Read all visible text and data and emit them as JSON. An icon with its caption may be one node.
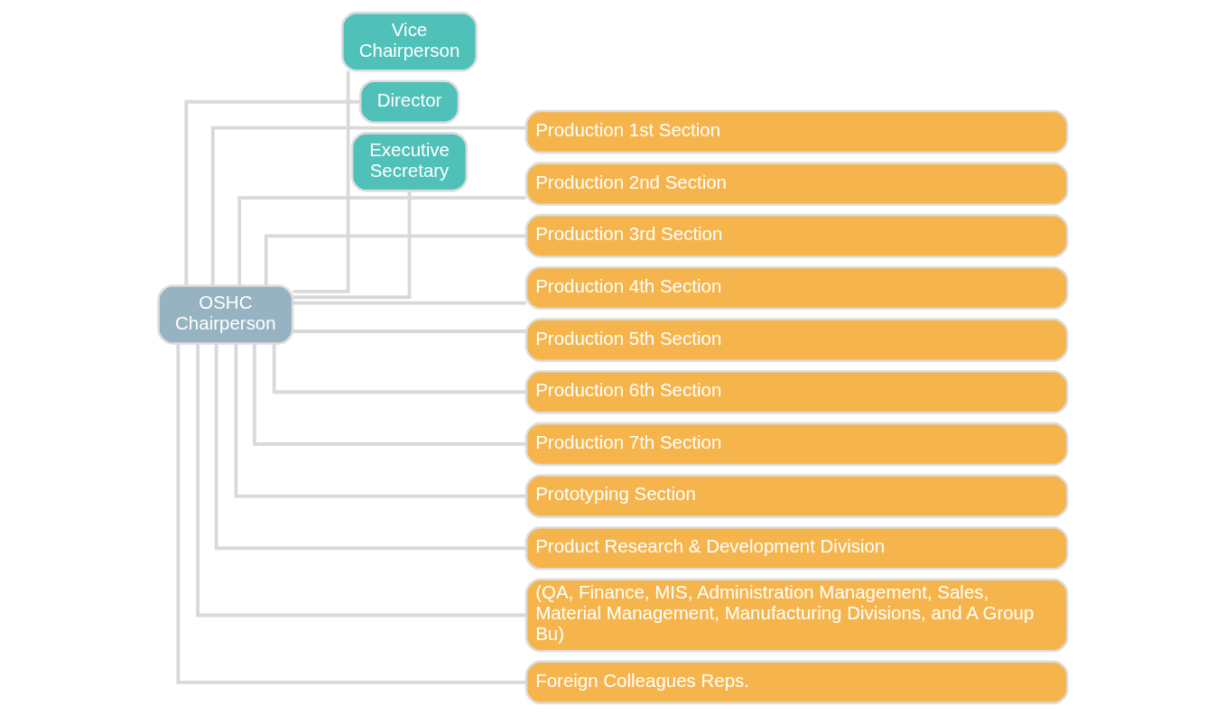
{
  "diagram": {
    "nodes": [
      {
        "text": [
          "OSHC Chairperson"
        ]
      },
      {
        "text": [
          "Vice Chairperson"
        ]
      },
      {
        "text": [
          "Director"
        ]
      },
      {
        "text": [
          "Executive Secretary"
        ]
      },
      {
        "text": [
          "Production 1st Section"
        ]
      },
      {
        "text": [
          "Production 2nd Section"
        ]
      },
      {
        "text": [
          "Production 3rd Section"
        ]
      },
      {
        "text": [
          "Production 4th Section"
        ]
      },
      {
        "text": [
          "Production 5th Section"
        ]
      },
      {
        "text": [
          "Production 6th Section"
        ]
      },
      {
        "text": [
          "Production 7th Section"
        ]
      },
      {
        "text": [
          "Prototyping Section"
        ]
      },
      {
        "text": [
          "Product Research & Development Division"
        ]
      },
      {
        "text": [
          "(QA, Finance, MIS, Administration Management, Sales, Material Management, Manufacturing Divisions, and A Group Bu)"
        ]
      },
      {
        "text": [
          "Foreign Colleagues Reps."
        ]
      }
    ],
    "edges": [
      {
        "from": 0,
        "to": 1,
        "arrow": "none"
      },
      {
        "from": 0,
        "to": 2,
        "arrow": "none"
      },
      {
        "from": 0,
        "to": 3,
        "arrow": "none"
      },
      {
        "from": 0,
        "to": 4,
        "arrow": "none"
      },
      {
        "from": 0,
        "to": 5,
        "arrow": "none"
      },
      {
        "from": 0,
        "to": 6,
        "arrow": "none"
      },
      {
        "from": 0,
        "to": 7,
        "arrow": "none"
      },
      {
        "from": 0,
        "to": 8,
        "arrow": "none"
      },
      {
        "from": 0,
        "to": 9,
        "arrow": "none"
      },
      {
        "from": 0,
        "to": 10,
        "arrow": "none"
      },
      {
        "from": 0,
        "to": 11,
        "arrow": "none"
      },
      {
        "from": 0,
        "to": 12,
        "arrow": "none"
      },
      {
        "from": 0,
        "to": 13,
        "arrow": "none"
      },
      {
        "from": 0,
        "to": 14,
        "arrow": "none"
      }
    ]
  }
}
